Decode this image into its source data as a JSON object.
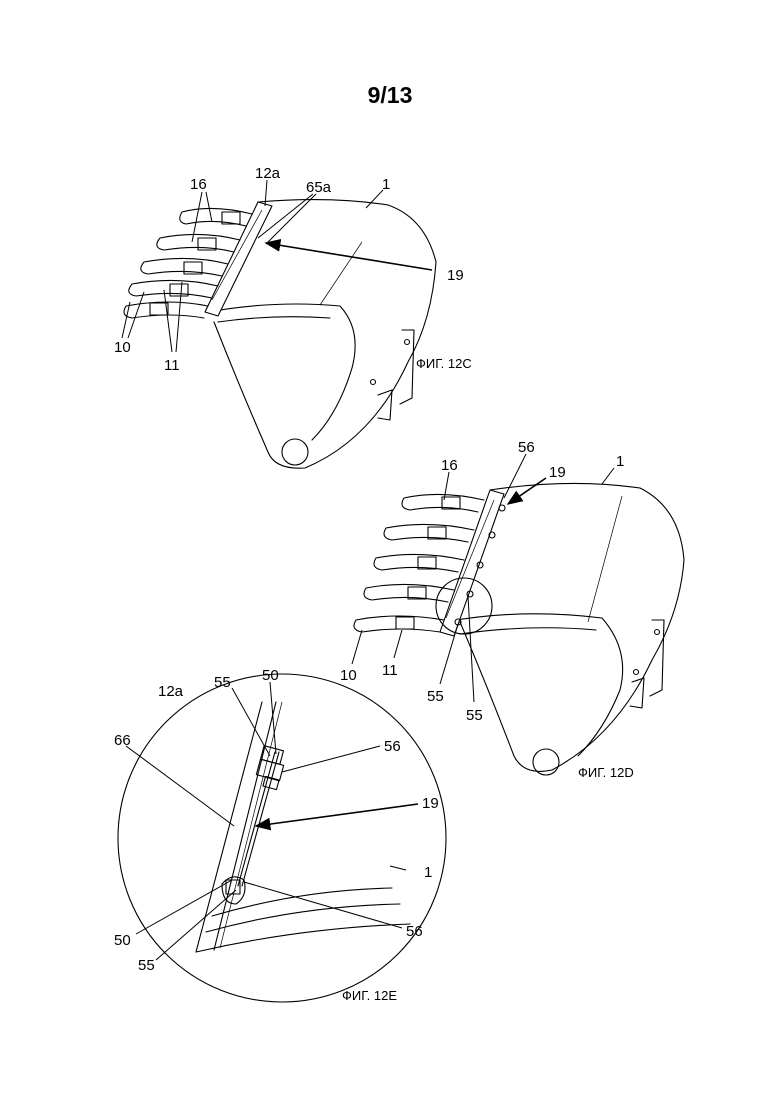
{
  "page_number": "9/13",
  "figures": [
    {
      "caption": "ФИГ. 12C",
      "labels": {
        "l16": "16",
        "l12a": "12a",
        "l65a": "65a",
        "l1": "1",
        "l19": "19",
        "l10": "10",
        "l11": "11"
      }
    },
    {
      "caption": "ФИГ. 12D",
      "labels": {
        "l56": "56",
        "l16": "16",
        "l19": "19",
        "l1": "1",
        "l10": "10",
        "l11": "11",
        "l55a": "55",
        "l55b": "55"
      }
    },
    {
      "caption": "ФИГ. 12E",
      "labels": {
        "l55a": "55",
        "l50a": "50",
        "l12a": "12a",
        "l66": "66",
        "l56a": "56",
        "l19": "19",
        "l1": "1",
        "l50b": "50",
        "l56b": "56",
        "l55b": "55"
      }
    }
  ]
}
